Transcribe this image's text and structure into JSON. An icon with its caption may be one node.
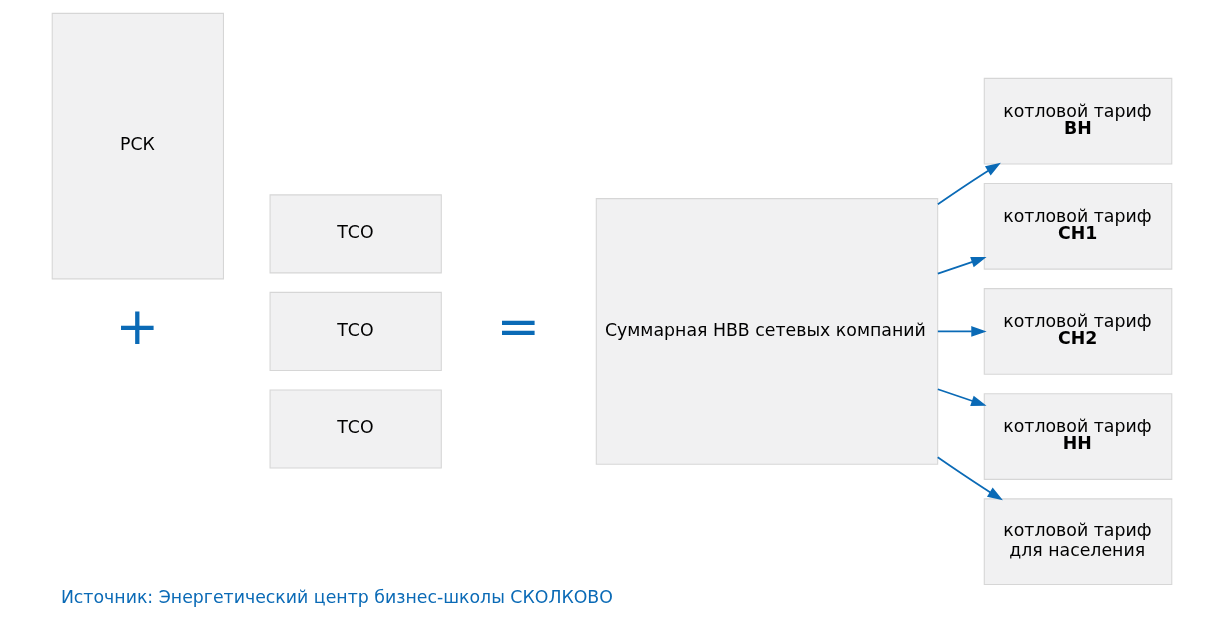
{
  "diagram": {
    "caption": "Источник: Энергетический центр бизнес-школы СКОЛКОВО",
    "nodes": [
      {
        "text": [
          "РСК"
        ]
      },
      {
        "text": [
          "ТСО"
        ]
      },
      {
        "text": [
          "ТСО"
        ]
      },
      {
        "text": [
          "ТСО"
        ]
      },
      {
        "text": [
          "Суммарная НВВ сетевых компаний"
        ]
      },
      {
        "text": [
          "котловой тариф",
          "ВН"
        ]
      },
      {
        "text": [
          "котловой тариф",
          "СН1"
        ]
      },
      {
        "text": [
          "котловой тариф",
          "СН2"
        ]
      },
      {
        "text": [
          "котловой тариф",
          "НН"
        ]
      },
      {
        "text": [
          "котловой тариф",
          "для населения"
        ]
      }
    ],
    "edges": [
      {
        "from": 4,
        "to": 5,
        "arrow": "to"
      },
      {
        "from": 4,
        "to": 6,
        "arrow": "to"
      },
      {
        "from": 4,
        "to": 7,
        "arrow": "to"
      },
      {
        "from": 4,
        "to": 8,
        "arrow": "to"
      },
      {
        "from": 4,
        "to": 9,
        "arrow": "to"
      }
    ],
    "labels": [
      "+",
      "="
    ]
  }
}
